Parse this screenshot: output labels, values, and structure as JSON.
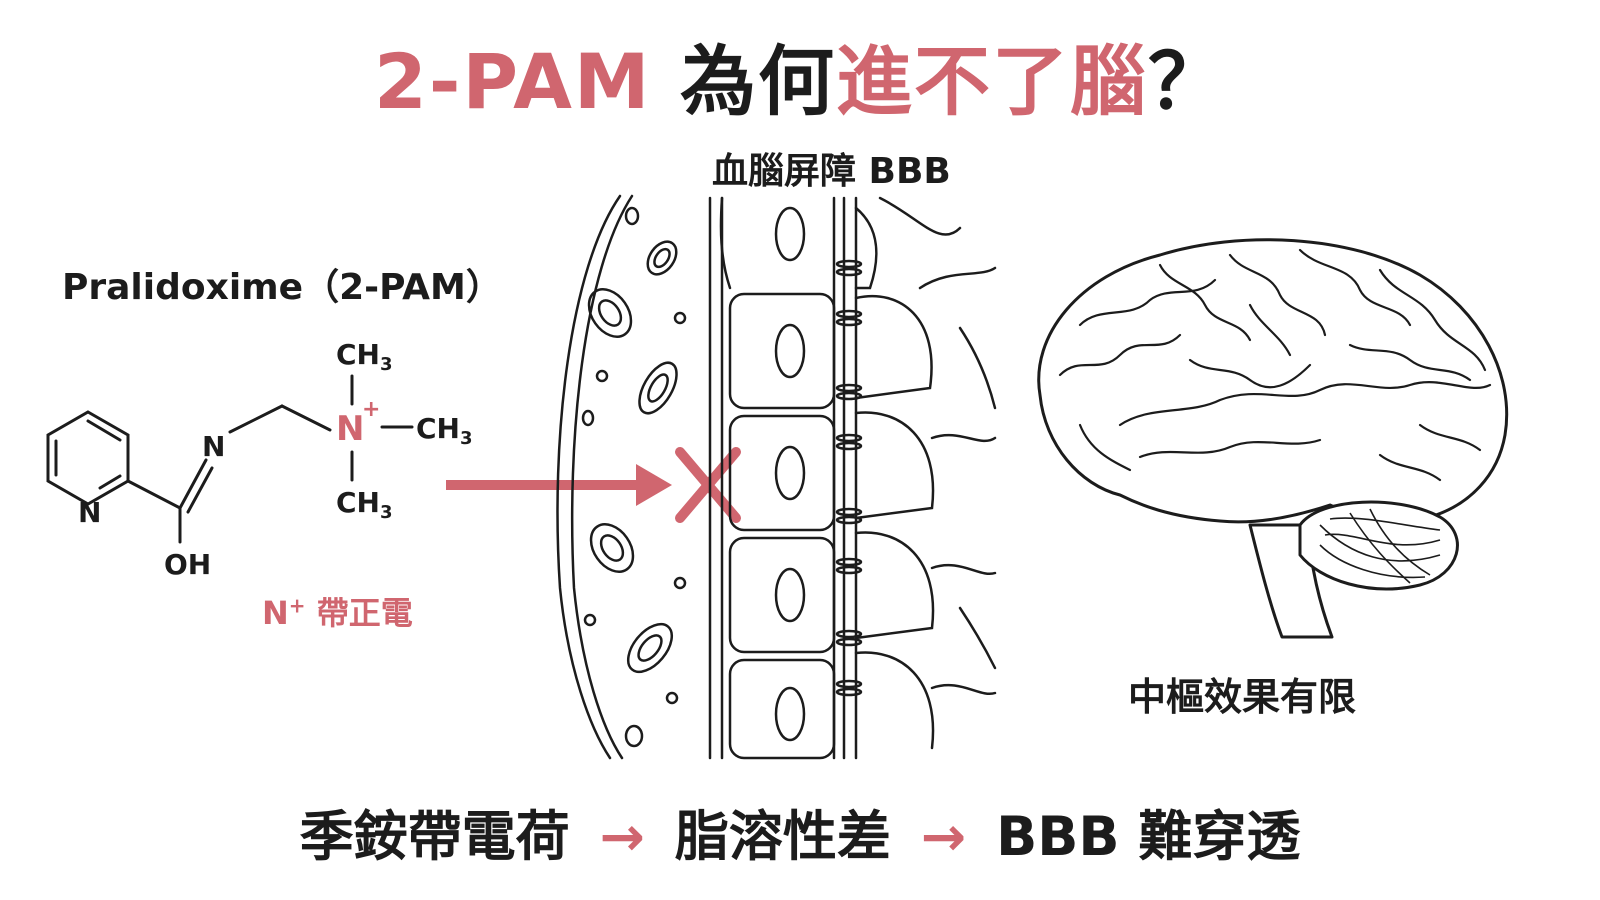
{
  "title": {
    "drug": "2-PAM",
    "why": "為何",
    "cannot_enter": "進不了腦",
    "question_mark": "？"
  },
  "molecule": {
    "name": "Pralidoxime（2-PAM）",
    "atoms": {
      "ring_n": "N",
      "imine_n": "N",
      "hydroxyl": "OH",
      "quaternary_n": "N",
      "plus": "+",
      "methyl": "CH",
      "methyl_sub": "3"
    },
    "charge_symbol": "N",
    "charge_sup": "+",
    "charge_text": "帶正電"
  },
  "bbb": {
    "label": "血腦屏障 BBB"
  },
  "brain": {
    "caption": "中樞效果有限"
  },
  "summary": {
    "step1": "季銨帶電荷",
    "arrow": "→",
    "step2": "脂溶性差",
    "step3": "BBB 難穿透"
  },
  "colors": {
    "accent": "#d0666f",
    "text": "#1c1c1c",
    "background": "#ffffff"
  }
}
